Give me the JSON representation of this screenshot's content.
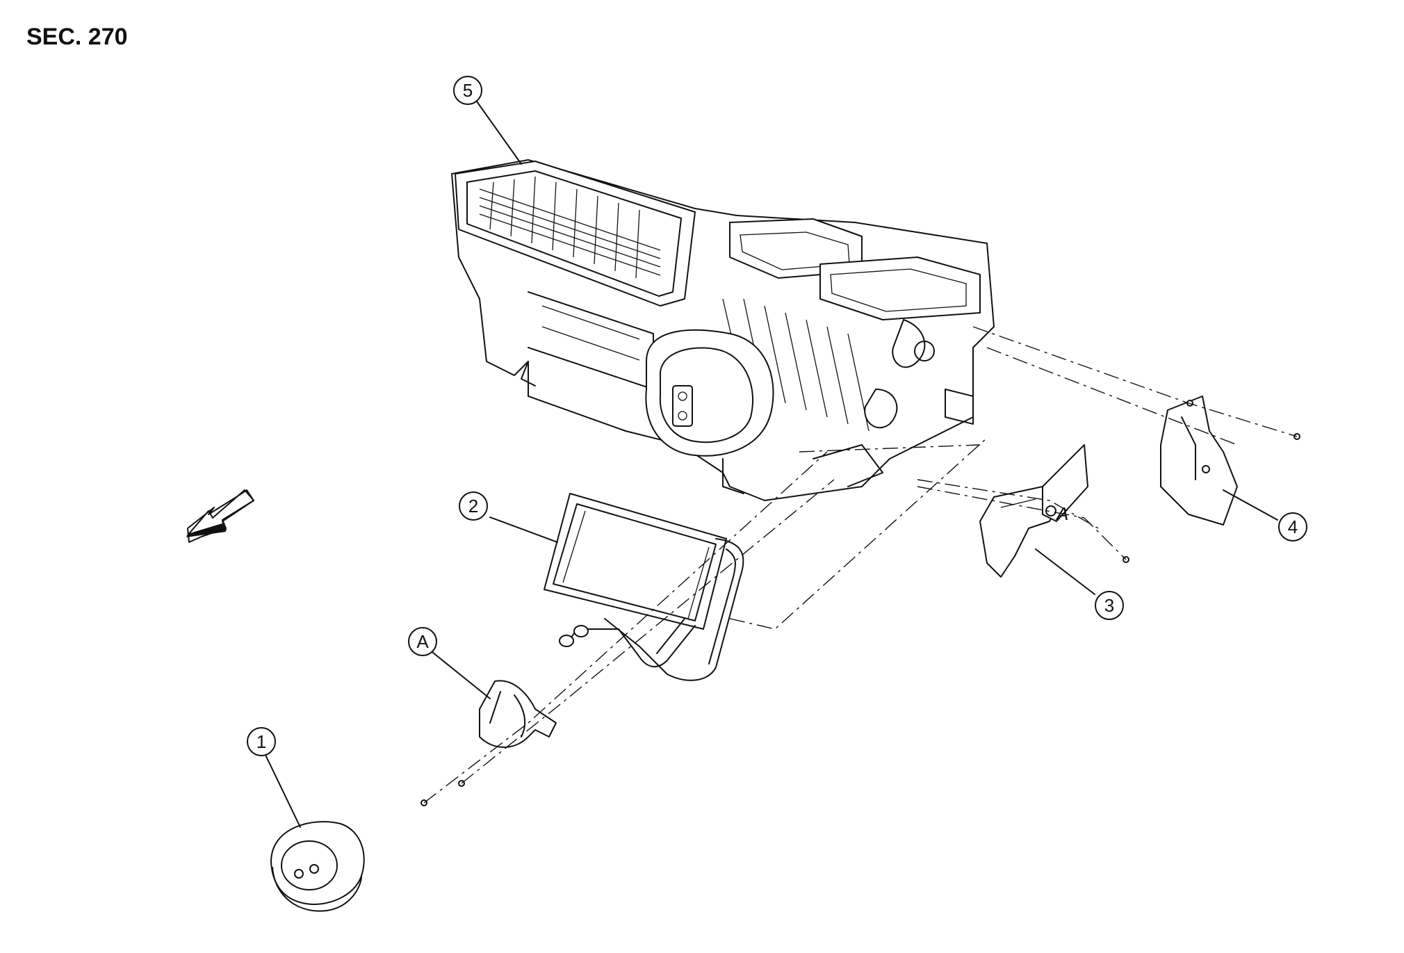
{
  "title": "SEC. 270",
  "callouts": [
    {
      "id": "1",
      "label": "1"
    },
    {
      "id": "2",
      "label": "2"
    },
    {
      "id": "3",
      "label": "3"
    },
    {
      "id": "4",
      "label": "4"
    },
    {
      "id": "5",
      "label": "5"
    },
    {
      "id": "A",
      "label": "A"
    }
  ],
  "detail_marker": "A",
  "icons": {
    "front_arrow": "direction-arrow-icon"
  }
}
